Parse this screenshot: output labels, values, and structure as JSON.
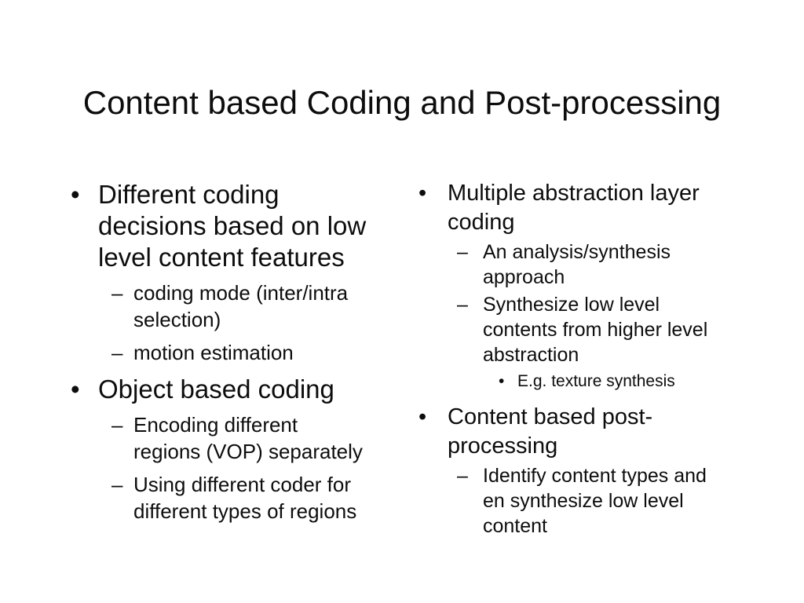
{
  "slide": {
    "title": "Content based Coding and Post-processing",
    "colors": {
      "background": "#ffffff",
      "text": "#0d0d0d"
    },
    "columns": [
      {
        "items": [
          {
            "level": 1,
            "bullet": "•",
            "text": "Different coding\ndecisions based on low\nlevel content features"
          },
          {
            "level": 2,
            "bullet": "–",
            "text": "coding mode (inter/intra\nselection)"
          },
          {
            "level": 2,
            "bullet": "–",
            "text": "motion estimation"
          },
          {
            "level": 1,
            "bullet": "•",
            "text": "Object based coding"
          },
          {
            "level": 2,
            "bullet": "–",
            "text": "Encoding different\nregions (VOP) separately"
          },
          {
            "level": 2,
            "bullet": "–",
            "text": "Using different coder for\ndifferent types of regions"
          }
        ]
      },
      {
        "items": [
          {
            "level": 1,
            "bullet": "•",
            "text": "Multiple abstraction layer\ncoding"
          },
          {
            "level": 2,
            "bullet": "–",
            "text": "An analysis/synthesis\napproach"
          },
          {
            "level": 2,
            "bullet": "–",
            "text": "Synthesize low level\ncontents from higher level\nabstraction"
          },
          {
            "level": 3,
            "bullet": "•",
            "text": "E.g. texture synthesis"
          },
          {
            "level": 1,
            "bullet": "•",
            "text": "Content based post-\nprocessing"
          },
          {
            "level": 2,
            "bullet": "–",
            "text": "Identify content types and\nen synthesize low level\ncontent"
          }
        ]
      }
    ]
  }
}
